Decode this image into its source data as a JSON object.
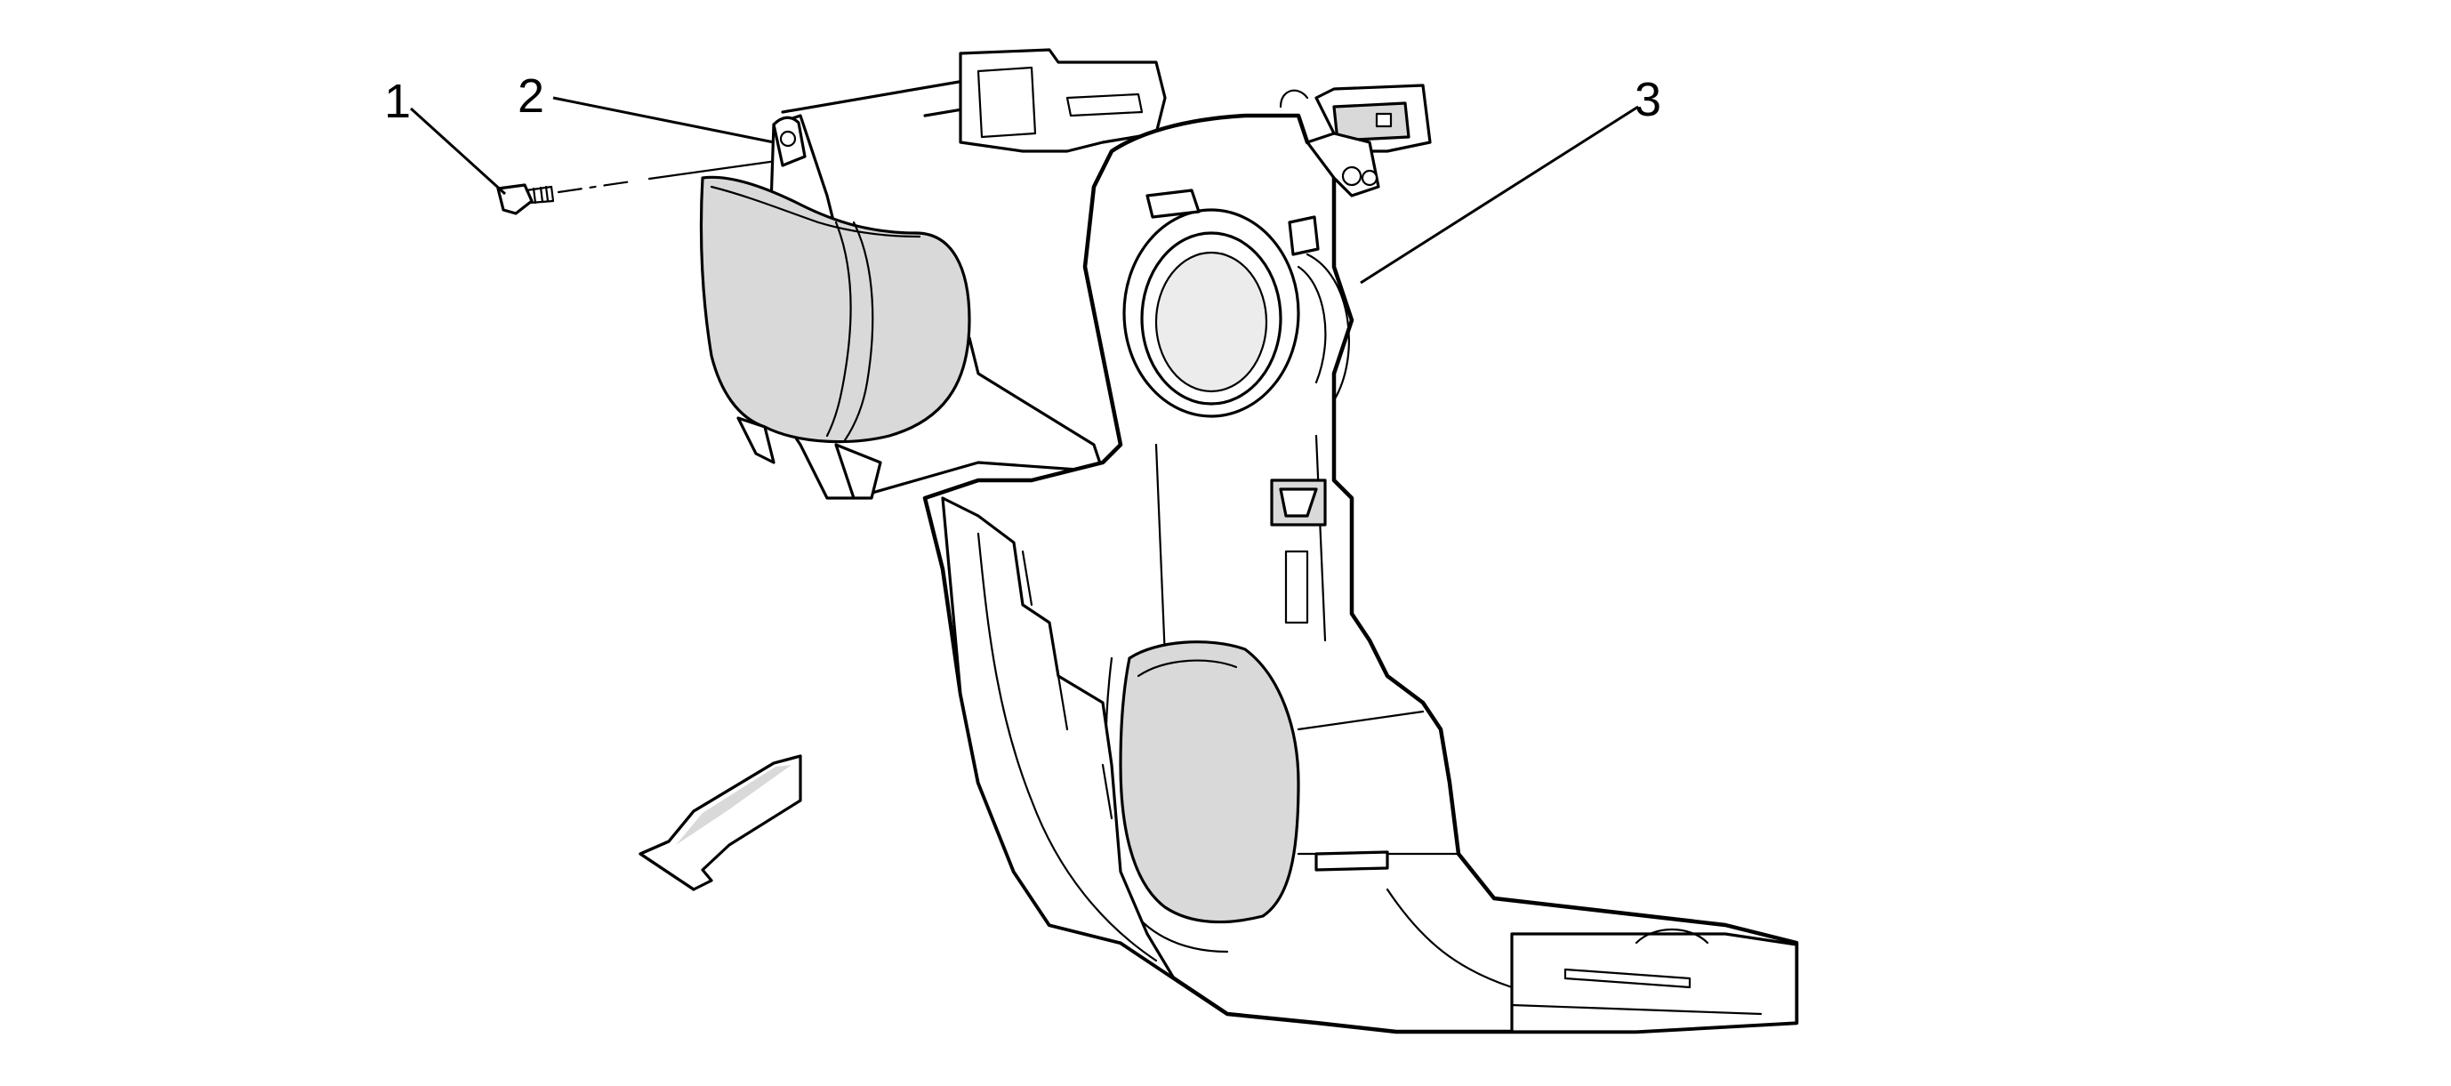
{
  "callouts": [
    {
      "id": "1",
      "label": "1",
      "part_icon": "bolt-icon"
    },
    {
      "id": "2",
      "label": "2",
      "part_icon": "bracket-icon"
    },
    {
      "id": "3",
      "label": "3",
      "part_icon": "duct-icon"
    }
  ],
  "direction_arrow": {
    "icon": "front-of-vehicle-arrow-icon"
  },
  "colors": {
    "line": "#000000",
    "background": "#ffffff",
    "shade": "#d9d9d9"
  }
}
